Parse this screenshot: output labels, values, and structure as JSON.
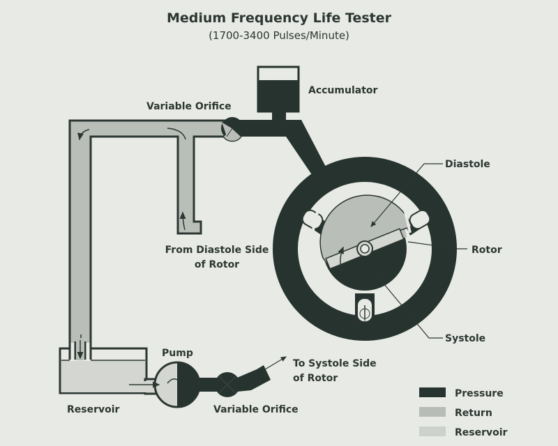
{
  "title": "Medium Frequency Life Tester",
  "subtitle": "(1700-3400 Pulses/Minute)",
  "labels": {
    "accumulator": "Accumulator",
    "variable_orifice_top": "Variable Orifice",
    "diastole": "Diastole",
    "rotor": "Rotor",
    "systole": "Systole",
    "from_diastole_line1": "From Diastole Side",
    "from_diastole_line2": "of Rotor",
    "pump": "Pump",
    "to_systole_line1": "To Systole Side",
    "to_systole_line2": "of Rotor",
    "reservoir": "Reservoir",
    "variable_orifice_bottom": "Variable Orifice"
  },
  "legend": [
    {
      "label": "Pressure",
      "color": "#26332e"
    },
    {
      "label": "Return",
      "color": "#b7bcb7"
    },
    {
      "label": "Reservoir",
      "color": "#cdd1cc"
    }
  ],
  "colors": {
    "pressure": "#26332e",
    "return": "#b9beb9",
    "reservoir": "#d3d6d1",
    "background": "#e8eae5",
    "outline": "#2c3632"
  }
}
